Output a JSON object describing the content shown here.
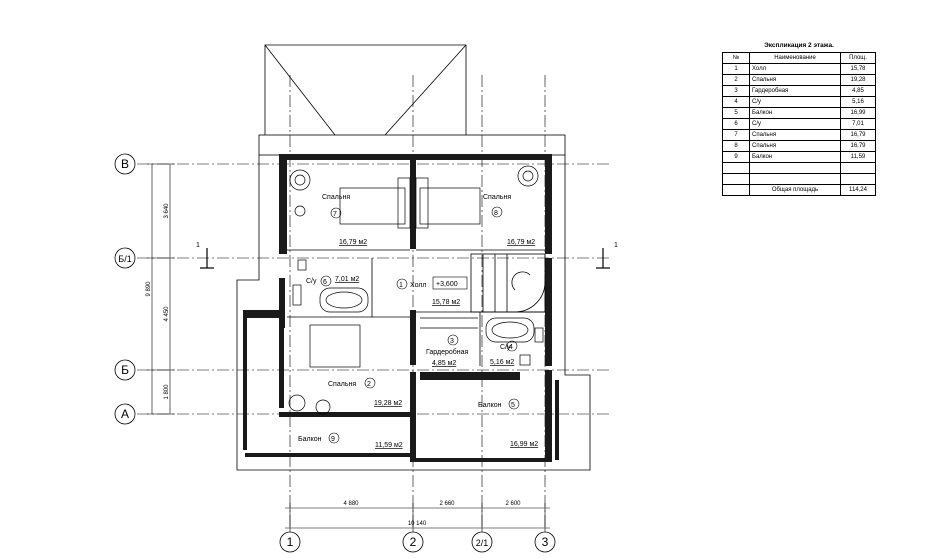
{
  "legend": {
    "title": "Экспликация 2 этажа.",
    "headers": {
      "num": "№",
      "name": "Наименование",
      "area": "Площ."
    },
    "rows": [
      {
        "num": "1",
        "name": "Холл",
        "area": "15,78"
      },
      {
        "num": "2",
        "name": "Спальня",
        "area": "19,28"
      },
      {
        "num": "3",
        "name": "Гардеробная",
        "area": "4,85"
      },
      {
        "num": "4",
        "name": "С/у",
        "area": "5,16"
      },
      {
        "num": "5",
        "name": "Балкон",
        "area": "16,99"
      },
      {
        "num": "6",
        "name": "С/у",
        "area": "7,01"
      },
      {
        "num": "7",
        "name": "Спальня",
        "area": "16,79"
      },
      {
        "num": "8",
        "name": "Спальня",
        "area": "16,79"
      },
      {
        "num": "9",
        "name": "Балкон",
        "area": "11,59"
      }
    ],
    "total_label": "Общая площадь",
    "total_value": "114,24"
  },
  "axes": {
    "rows": [
      "В",
      "Б/1",
      "Б",
      "А"
    ],
    "cols": [
      "1",
      "2",
      "2/1",
      "3"
    ]
  },
  "section_mark": "1",
  "level_mark": "+3,600",
  "rooms": {
    "bed7": {
      "name": "Спальня",
      "num": "7",
      "area": "16,79 м2"
    },
    "bed8": {
      "name": "Спальня",
      "num": "8",
      "area": "16,79 м2"
    },
    "wc6": {
      "name": "С/у",
      "num": "6",
      "area": "7,01 м2"
    },
    "hall": {
      "name": "Холл",
      "num": "1",
      "area": "15,78 м2"
    },
    "ward": {
      "name": "Гардеробная",
      "num": "3",
      "area": "4,85 м2"
    },
    "wc4": {
      "name": "С/у",
      "num": "4",
      "area": "5,16 м2"
    },
    "bed2": {
      "name": "Спальня",
      "num": "2",
      "area": "19,28 м2"
    },
    "balc5": {
      "name": "Балкон",
      "num": "5",
      "area": "16,99 м2"
    },
    "balc9": {
      "name": "Балкон",
      "num": "9",
      "area": "11,59 м2"
    }
  },
  "dims": {
    "left": [
      "3 640",
      "4 450",
      "1 800"
    ],
    "left_total": "9 890",
    "bottom": [
      "4 880",
      "2 660",
      "2 600"
    ],
    "bottom_total": "10 140"
  },
  "colors": {
    "lines": "#000000",
    "wall_fill": "#1a1a1a"
  }
}
